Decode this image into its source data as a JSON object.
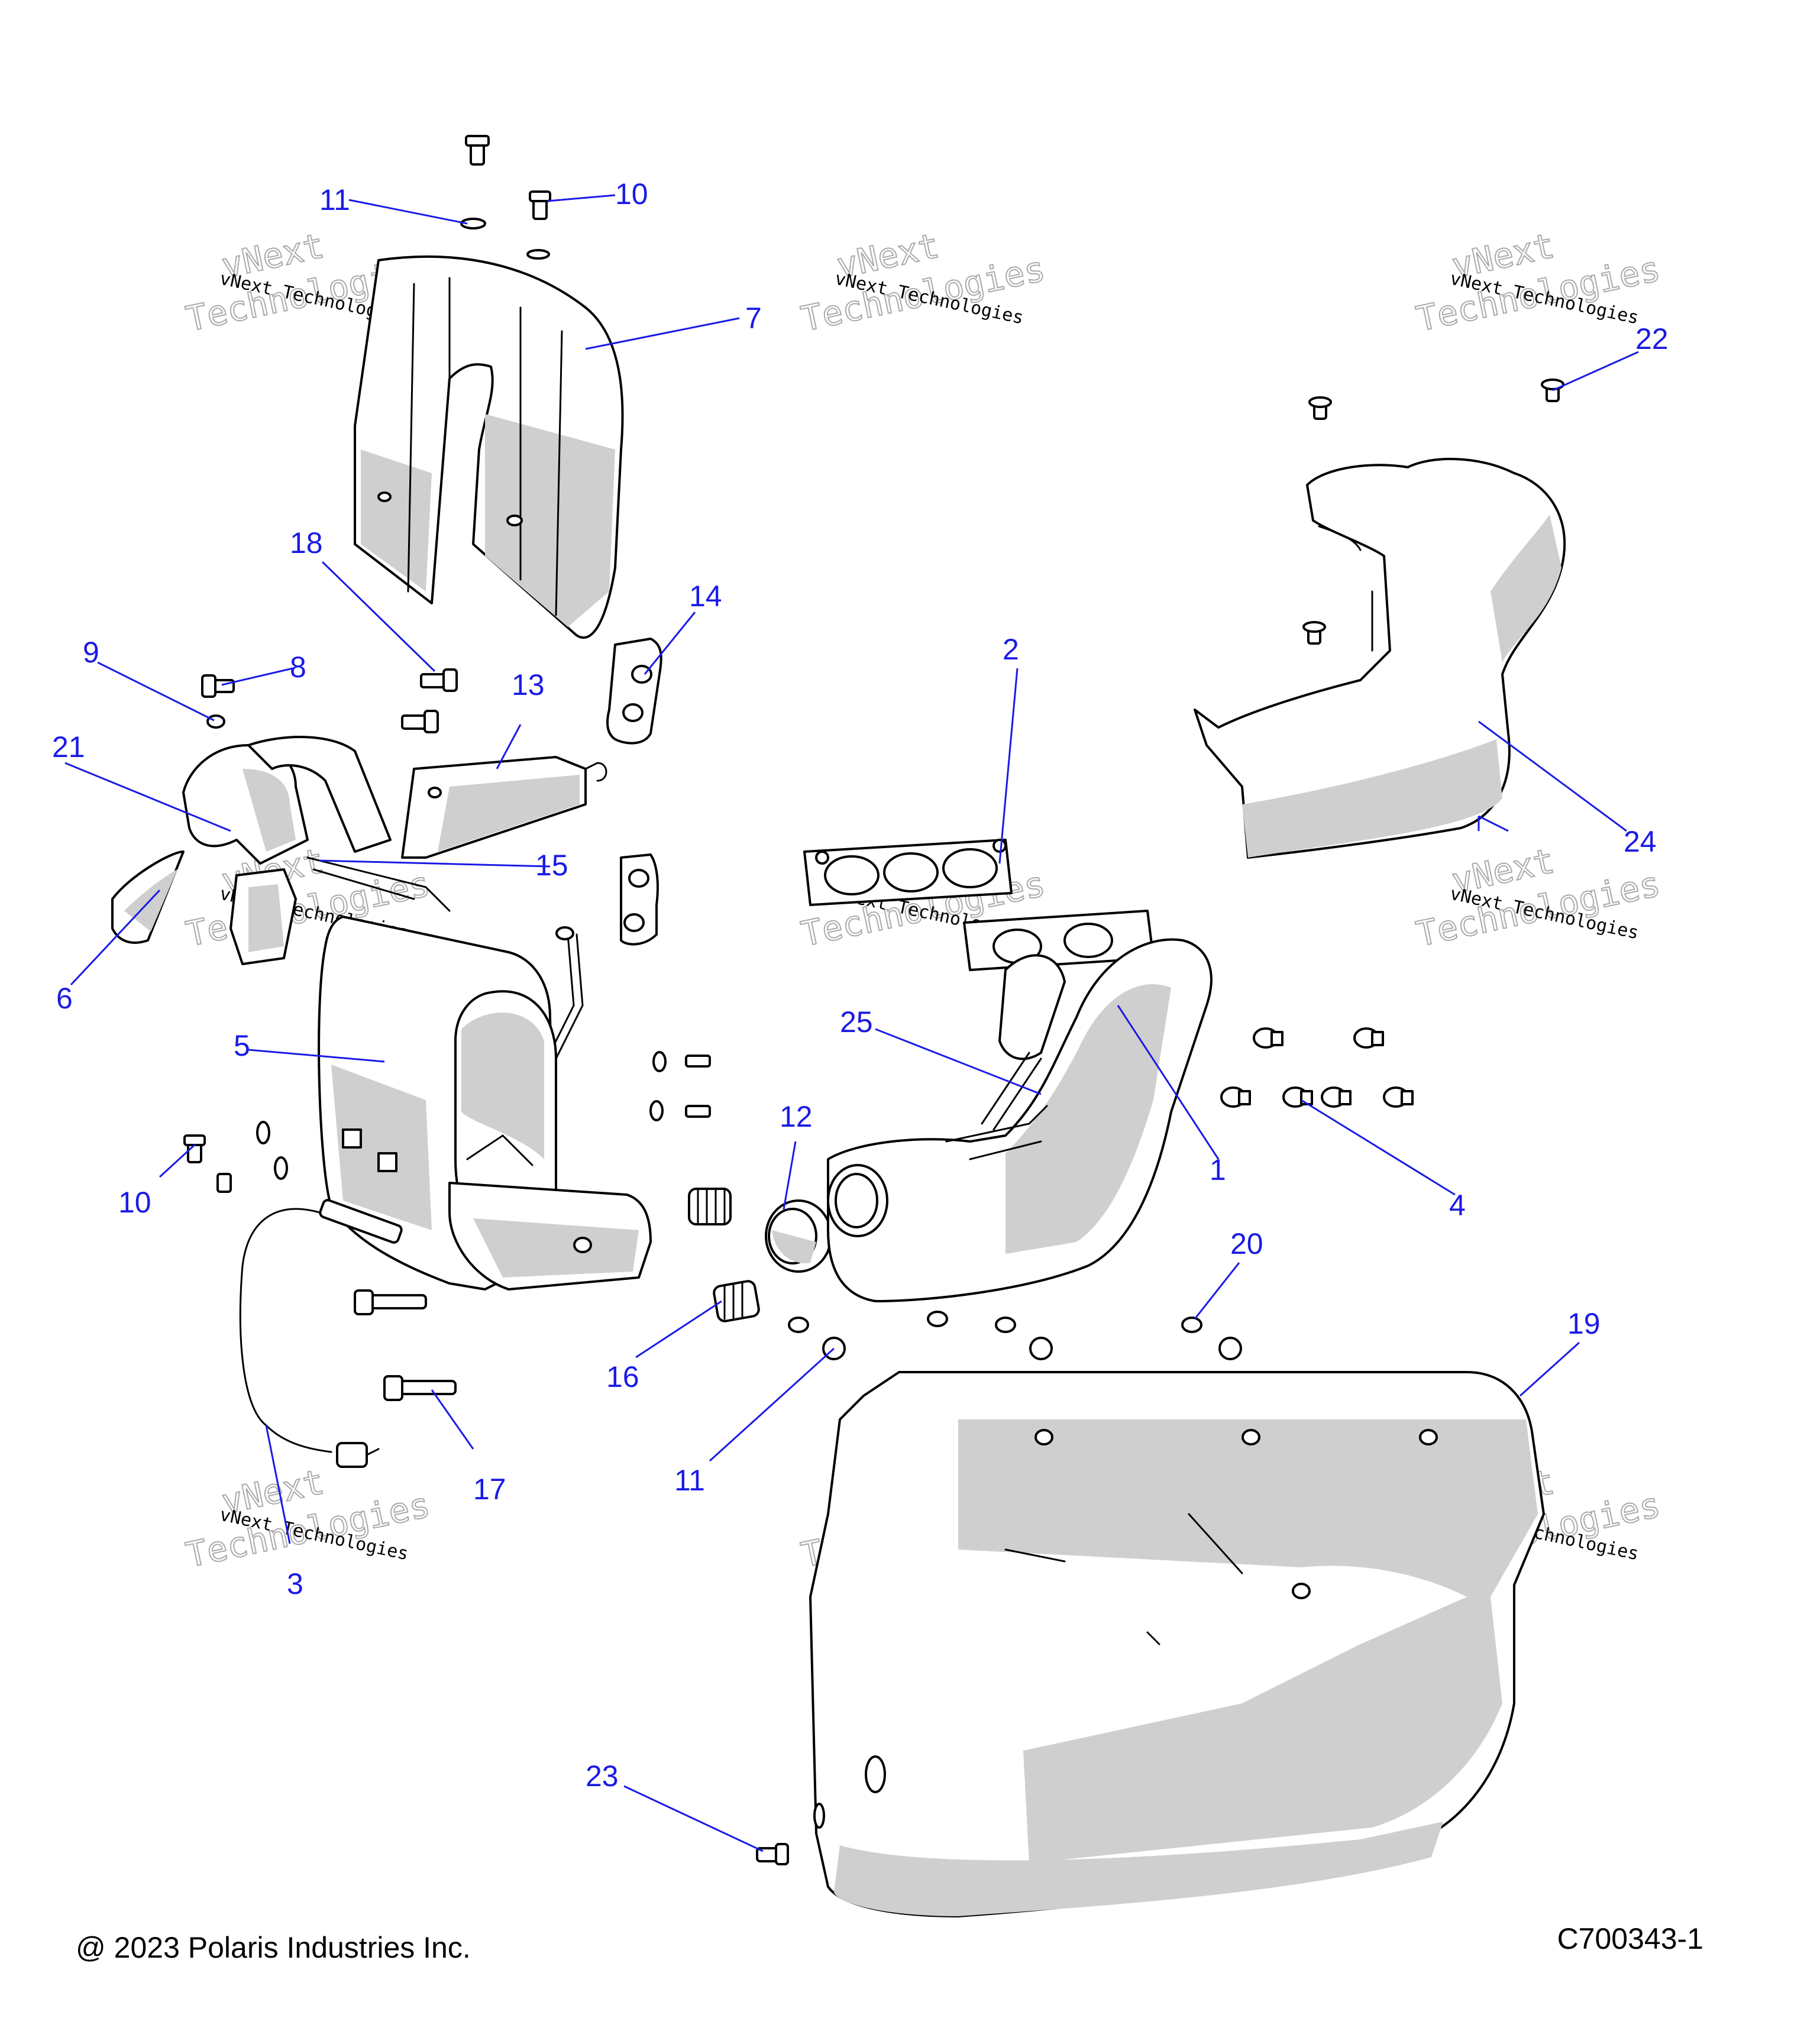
{
  "copyright": "@ 2023 Polaris Industries Inc.",
  "drawing_number": "C700343-1",
  "watermark": {
    "line1": "vNext Technologies",
    "line2a": "vNext",
    "line2b": "Technologies"
  },
  "callouts": [
    "1",
    "2",
    "3",
    "4",
    "5",
    "6",
    "7",
    "8",
    "9",
    "10",
    "11",
    "12",
    "13",
    "14",
    "15",
    "16",
    "17",
    "18",
    "19",
    "20",
    "21",
    "22",
    "23",
    "24",
    "25"
  ],
  "colors": {
    "callout": "#1a1ae6",
    "line": "#000000",
    "shade": "#cfcfcf"
  }
}
